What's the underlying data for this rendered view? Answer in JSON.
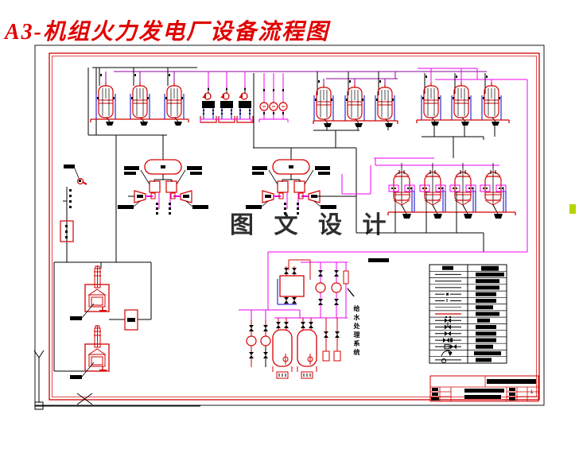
{
  "title": "A3-机组火力发电厂设备流程图",
  "watermark": "图 文 设 计",
  "annotations": {
    "vertical_system_label": "给水处理系统",
    "sheet_number": "1"
  },
  "ucs_icon": {
    "x_axis": "X",
    "y_axis": "Y",
    "origin": "square-marker"
  },
  "colors": {
    "title_red": "#e00000",
    "line_red": "#d40000",
    "line_magenta": "#f000f0",
    "line_purple": "#9000a0",
    "line_blue": "#0000c8",
    "line_black": "#000000",
    "watermark_gray": "#2e2e2e",
    "edge_highlight": "#b8d400"
  },
  "legend": {
    "labels_illegible": true,
    "rows": [
      "header",
      "solid-line",
      "solid-line",
      "solid-line",
      "dash-dot-line",
      "dash-dot-line",
      "thin-solid-line",
      "red-line",
      "valve-with-actuator",
      "gate-valve",
      "check-valve",
      "stop-valve",
      "rect-valve",
      "pump-curve-symbol",
      "circle-mark"
    ]
  },
  "title_block": {
    "text_illegible": true,
    "sheet_number": "1"
  }
}
